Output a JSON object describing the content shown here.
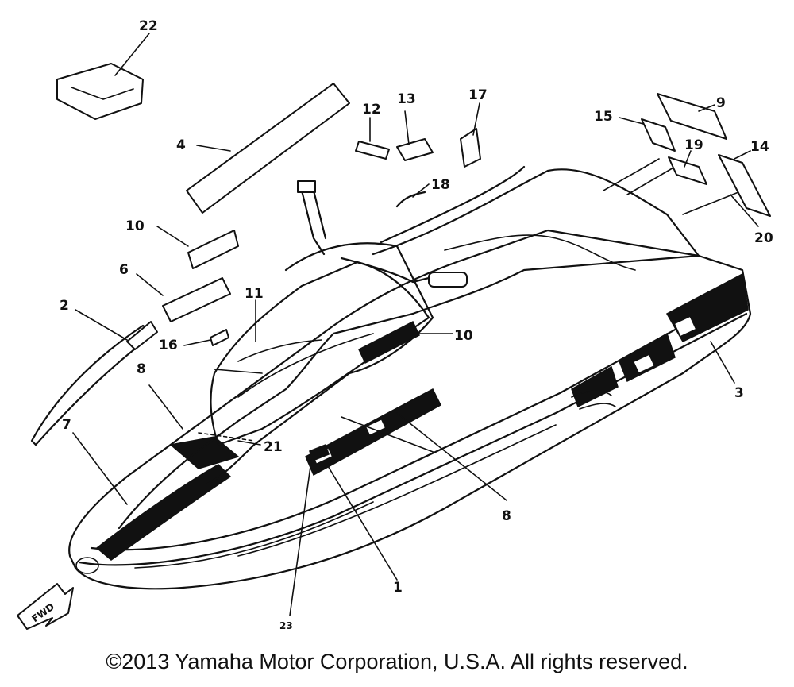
{
  "diagram": {
    "callouts": {
      "c1": "1",
      "c2": "2",
      "c3": "3",
      "c4": "4",
      "c6": "6",
      "c7": "7",
      "c8a": "8",
      "c8b": "8",
      "c9": "9",
      "c10a": "10",
      "c10b": "10",
      "c11": "11",
      "c12": "12",
      "c13": "13",
      "c14": "14",
      "c15": "15",
      "c16": "16",
      "c17": "17",
      "c18": "18",
      "c19": "19",
      "c20": "20",
      "c21": "21",
      "c22": "22",
      "c23": "23"
    },
    "fwd_label": "FWD"
  },
  "footer": {
    "copyright": "©2013 Yamaha Motor Corporation, U.S.A. All rights reserved."
  }
}
